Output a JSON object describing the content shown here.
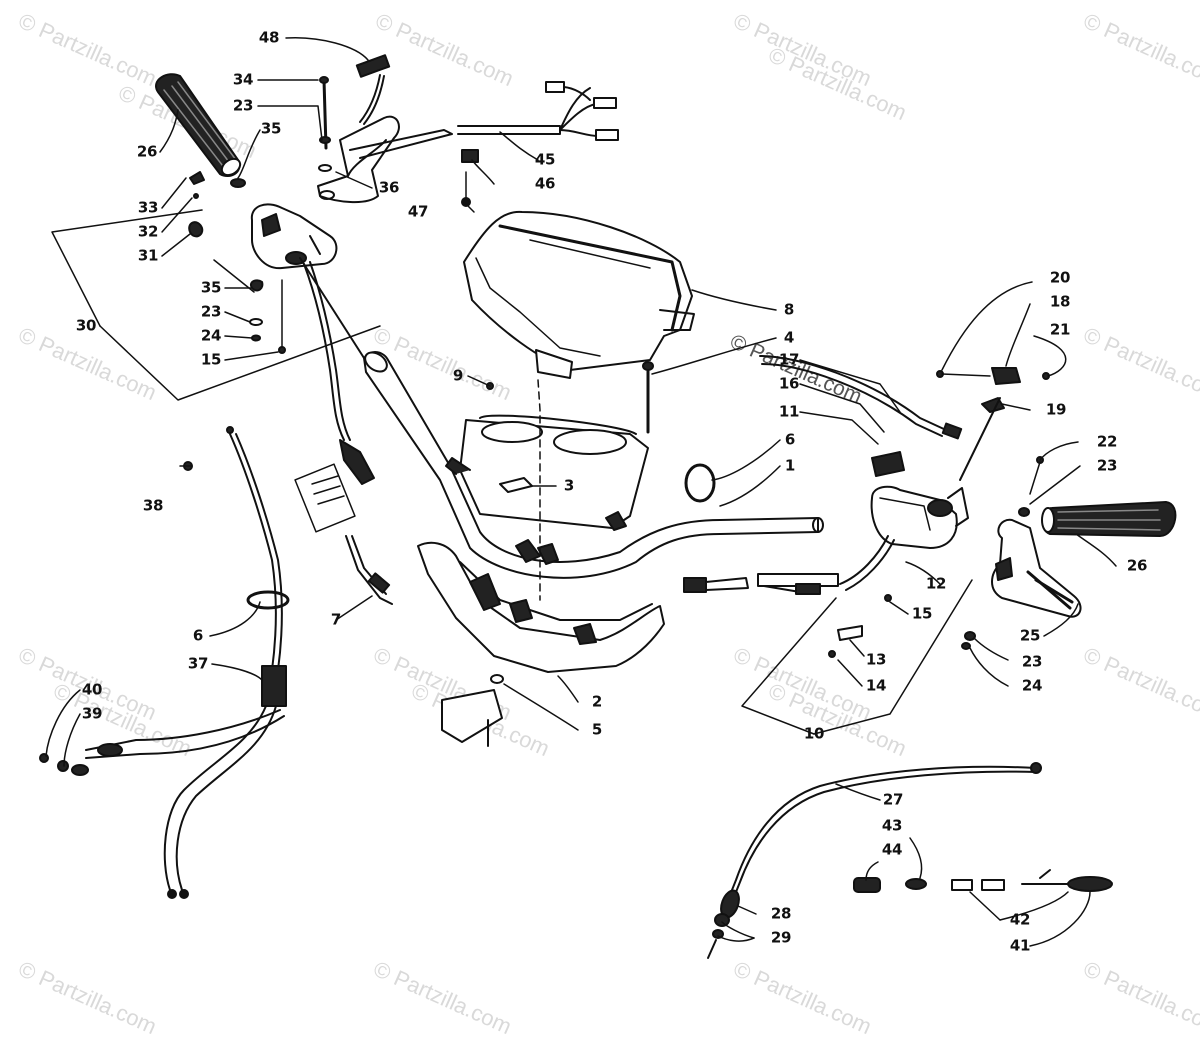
{
  "watermark": {
    "text": "© Partzilla.com"
  },
  "callouts": [
    {
      "num": "48"
    },
    {
      "num": "34"
    },
    {
      "num": "23"
    },
    {
      "num": "26"
    },
    {
      "num": "35"
    },
    {
      "num": "45"
    },
    {
      "num": "46"
    },
    {
      "num": "36"
    },
    {
      "num": "47"
    },
    {
      "num": "33"
    },
    {
      "num": "32"
    },
    {
      "num": "31"
    },
    {
      "num": "35"
    },
    {
      "num": "23"
    },
    {
      "num": "24"
    },
    {
      "num": "15"
    },
    {
      "num": "30"
    },
    {
      "num": "8"
    },
    {
      "num": "4"
    },
    {
      "num": "9"
    },
    {
      "num": "20"
    },
    {
      "num": "18"
    },
    {
      "num": "21"
    },
    {
      "num": "17"
    },
    {
      "num": "16"
    },
    {
      "num": "11"
    },
    {
      "num": "19"
    },
    {
      "num": "38"
    },
    {
      "num": "6"
    },
    {
      "num": "1"
    },
    {
      "num": "3"
    },
    {
      "num": "22"
    },
    {
      "num": "23"
    },
    {
      "num": "26"
    },
    {
      "num": "12"
    },
    {
      "num": "15"
    },
    {
      "num": "7"
    },
    {
      "num": "6"
    },
    {
      "num": "25"
    },
    {
      "num": "13"
    },
    {
      "num": "23"
    },
    {
      "num": "24"
    },
    {
      "num": "37"
    },
    {
      "num": "14"
    },
    {
      "num": "2"
    },
    {
      "num": "40"
    },
    {
      "num": "39"
    },
    {
      "num": "5"
    },
    {
      "num": "10"
    },
    {
      "num": "27"
    },
    {
      "num": "43"
    },
    {
      "num": "44"
    },
    {
      "num": "28"
    },
    {
      "num": "42"
    },
    {
      "num": "29"
    },
    {
      "num": "41"
    }
  ]
}
